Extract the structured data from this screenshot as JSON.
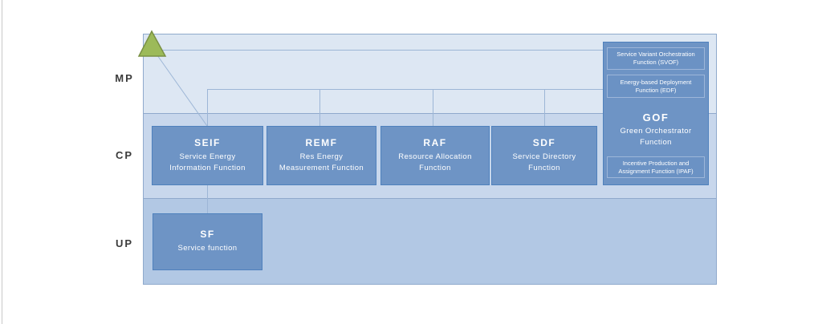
{
  "planes": {
    "mp": {
      "label": "MP"
    },
    "cp": {
      "label": "CP"
    },
    "up": {
      "label": "UP"
    }
  },
  "cp_functions": [
    {
      "abbr": "SEIF",
      "line1": "Service Energy",
      "line2": "Information Function"
    },
    {
      "abbr": "REMF",
      "line1": "Res Energy",
      "line2": "Measurement Function"
    },
    {
      "abbr": "RAF",
      "line1": "Resource Allocation",
      "line2": "Function"
    },
    {
      "abbr": "SDF",
      "line1": "Service Directory",
      "line2": "Function"
    }
  ],
  "up_function": {
    "abbr": "SF",
    "name": "Service function"
  },
  "orchestrator": {
    "abbr": "GOF",
    "line1": "Green Orchestrator",
    "line2": "Function",
    "sub_functions": [
      {
        "label": "Service Variant Orchestration Function (SVOF)"
      },
      {
        "label": "Energy-based Deployment Function (EDF)"
      },
      {
        "label": "Incentive Production and Assignment Function (IPAF)"
      }
    ]
  },
  "icons": {
    "triangle": "green-triangle-marker"
  },
  "colors": {
    "mp_band": "#dde7f3",
    "cp_band": "#c8d7ec",
    "up_band": "#b2c8e4",
    "function_box_fill": "#6e94c5",
    "function_box_border": "#4f81bd",
    "subbox_border": "#9db6d9",
    "connector_line": "#9db6d6",
    "triangle_fill": "#9cba59",
    "triangle_border": "#7a9144",
    "plane_label_text": "#3b3b3b"
  }
}
